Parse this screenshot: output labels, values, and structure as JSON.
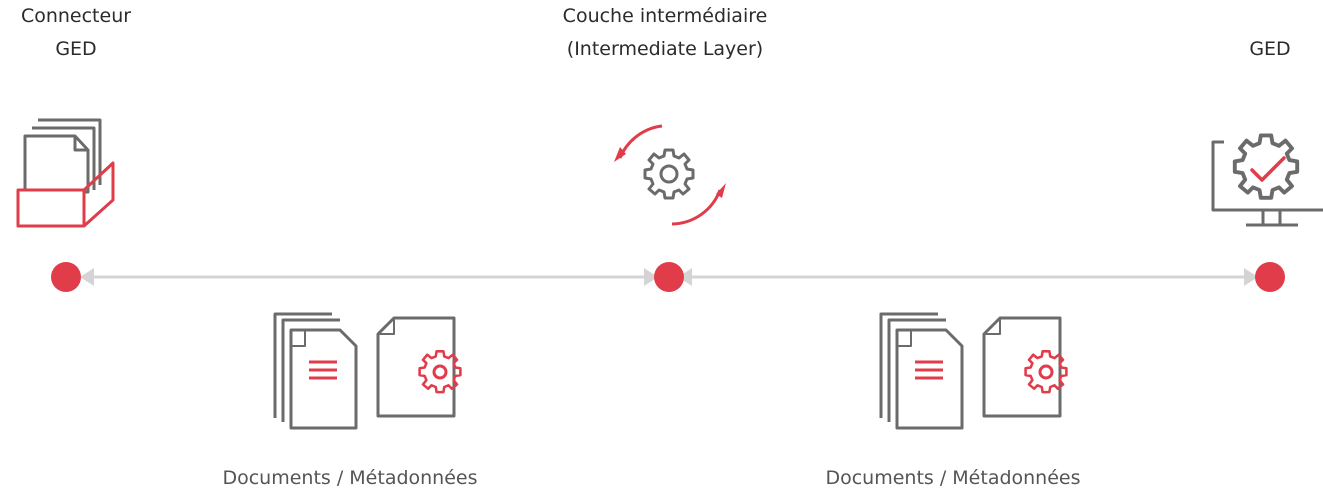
{
  "nodes": [
    {
      "id": "connector",
      "label_lines": [
        "Connecteur",
        "GED"
      ]
    },
    {
      "id": "intermediate",
      "label_lines": [
        "Couche intermédiaire",
        "(Intermediate Layer)"
      ]
    },
    {
      "id": "ged",
      "label_lines": [
        "GED"
      ]
    }
  ],
  "flows": [
    {
      "caption": "Documents / Métadonnées"
    },
    {
      "caption": "Documents / Métadonnées"
    }
  ],
  "colors": {
    "accent": "#e03c4a",
    "icon_stroke": "#6b6b6b",
    "line": "#d4d4d4",
    "text": "#2b2b2b"
  }
}
